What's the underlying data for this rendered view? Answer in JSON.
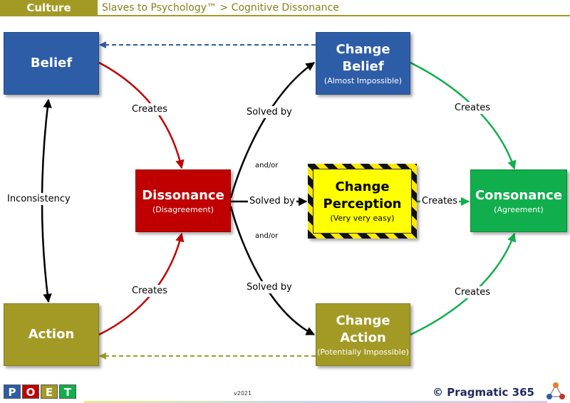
{
  "header": {
    "section": "Culture",
    "breadcrumb": "Slaves to Psychology™ > Cognitive Dissonance"
  },
  "nodes": {
    "belief": {
      "title": "Belief"
    },
    "action": {
      "title": "Action"
    },
    "dissonance": {
      "title": "Dissonance",
      "subtitle": "(Disagreement)"
    },
    "change_belief": {
      "title_line1": "Change",
      "title_line2": "Belief",
      "subtitle": "(Almost Impossible)"
    },
    "change_perception": {
      "title_line1": "Change",
      "title_line2": "Perception",
      "subtitle": "(Very very easy)"
    },
    "change_action": {
      "title_line1": "Change",
      "title_line2": "Action",
      "subtitle": "(Potentially Impossible)"
    },
    "consonance": {
      "title": "Consonance",
      "subtitle": "(Agreement)"
    }
  },
  "edge_labels": {
    "belief_creates": "Creates",
    "action_creates": "Creates",
    "inconsistency": "Inconsistency",
    "solved_by_top": "Solved by",
    "solved_by_mid": "Solved by",
    "solved_by_bottom": "Solved by",
    "and_or_top": "and/or",
    "and_or_bottom": "and/or",
    "creates_top_right": "Creates",
    "creates_mid_right": "Creates",
    "creates_bottom_right": "Creates"
  },
  "footer": {
    "version": "v2021",
    "logo_letters": [
      "P",
      "O",
      "E",
      "T"
    ],
    "copyright": "© Pragmatic 365"
  },
  "colors": {
    "belief": "#2e5da8",
    "dissonance": "#c00000",
    "action": "#a39a26",
    "consonance": "#10ae4c",
    "perception": "#ffff00"
  }
}
